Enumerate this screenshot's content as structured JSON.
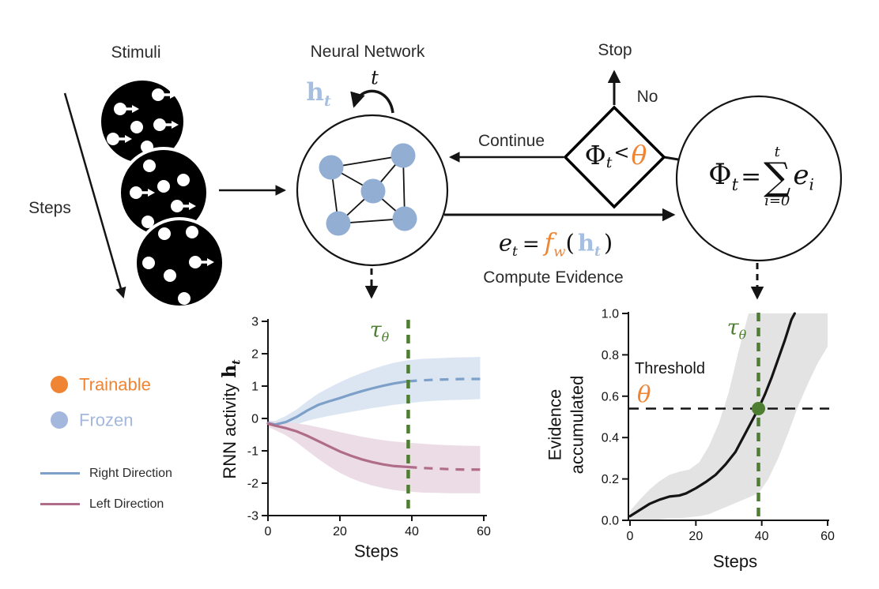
{
  "colors": {
    "ink": "#141414",
    "orange": "#ef8432",
    "blue_node": "#92aed3",
    "blue_text": "#a6bfe0",
    "blue_line": "#7da0c9",
    "blue_band": "#dce6f2",
    "red_line": "#b06d89",
    "red_band": "#ecdce6",
    "green": "#4e7e31",
    "gray_band": "#e3e3e3"
  },
  "stimuli": {
    "title": "Stimuli",
    "axis_label": "Steps"
  },
  "network": {
    "title": "Neural Network",
    "state": "h",
    "state_sub": "t",
    "loop_label": "t"
  },
  "flow": {
    "stop": "Stop",
    "no": "No",
    "continue": "Continue",
    "decision": {
      "phi": "Φ",
      "phi_sub": "t",
      "op": "<",
      "theta": "θ"
    },
    "sum": {
      "lhs": "Φ",
      "lhs_sub": "t",
      "equals": "=",
      "upper": "t",
      "sigma": "∑",
      "lower": "i=0",
      "term": "e",
      "term_sub": "i"
    },
    "evidence_eq": {
      "e": "e",
      "e_sub": "t",
      "equals": "=",
      "f": "f",
      "f_sub": "w",
      "open": "(",
      "h": "h",
      "h_sub": "t",
      "close": ")"
    },
    "compute": "Compute Evidence"
  },
  "legend": {
    "trainable": "Trainable",
    "frozen": "Frozen",
    "right_direction": "Right Direction",
    "left_direction": "Left Direction"
  },
  "mid_chart_labels": {
    "ylabel_prefix": "RNN activity",
    "state": "h",
    "state_sub": "t",
    "xlabel": "Steps",
    "tau": "τ",
    "tau_sub": "θ"
  },
  "right_chart_labels": {
    "ylabel_line1": "Evidence",
    "ylabel_line2": "accumulated",
    "xlabel": "Steps",
    "threshold_label": "Threshold",
    "theta": "θ",
    "tau": "τ",
    "tau_sub": "θ"
  },
  "chart_data": [
    {
      "id": "rnn-activity",
      "type": "line",
      "title": "",
      "xlabel": "Steps",
      "ylabel": "RNN activity h_t",
      "xlim": [
        0,
        60
      ],
      "ylim": [
        -3,
        3
      ],
      "x_ticks": [
        0,
        20,
        40,
        60
      ],
      "x_tick_labels": [
        "0",
        "20",
        "40",
        "60"
      ],
      "y_ticks": [
        3,
        2,
        1,
        0,
        -1,
        -2,
        -3
      ],
      "y_tick_labels": [
        "3",
        "2",
        "1",
        "0",
        "-1",
        "-2",
        "-3"
      ],
      "decision_time": 39,
      "series": [
        {
          "name": "Right Direction",
          "color_key": "blue",
          "solid_until": 39,
          "x": [
            0,
            2,
            5,
            8,
            11,
            14,
            17,
            20,
            23,
            26,
            29,
            32,
            35,
            39,
            43,
            47,
            51,
            55,
            59
          ],
          "mean": [
            -0.14,
            -0.19,
            -0.11,
            0.05,
            0.25,
            0.42,
            0.53,
            0.63,
            0.74,
            0.84,
            0.93,
            1.01,
            1.08,
            1.15,
            1.18,
            1.2,
            1.21,
            1.22,
            1.22
          ],
          "lo": [
            -0.22,
            -0.3,
            -0.27,
            -0.18,
            -0.07,
            0.01,
            0.08,
            0.14,
            0.2,
            0.26,
            0.32,
            0.37,
            0.42,
            0.47,
            0.52,
            0.55,
            0.57,
            0.58,
            0.6
          ],
          "hi": [
            -0.06,
            -0.08,
            0.08,
            0.28,
            0.54,
            0.77,
            0.95,
            1.12,
            1.27,
            1.4,
            1.52,
            1.63,
            1.72,
            1.8,
            1.84,
            1.86,
            1.88,
            1.89,
            1.9
          ]
        },
        {
          "name": "Left Direction",
          "color_key": "red",
          "solid_until": 39,
          "x": [
            0,
            2,
            5,
            8,
            11,
            14,
            17,
            20,
            23,
            26,
            29,
            32,
            35,
            39,
            43,
            47,
            51,
            55,
            59
          ],
          "mean": [
            -0.16,
            -0.22,
            -0.3,
            -0.4,
            -0.54,
            -0.7,
            -0.86,
            -1.02,
            -1.15,
            -1.26,
            -1.35,
            -1.42,
            -1.47,
            -1.5,
            -1.53,
            -1.55,
            -1.57,
            -1.58,
            -1.58
          ],
          "lo": [
            -0.26,
            -0.36,
            -0.52,
            -0.74,
            -1.0,
            -1.25,
            -1.48,
            -1.68,
            -1.84,
            -1.97,
            -2.07,
            -2.15,
            -2.21,
            -2.26,
            -2.29,
            -2.3,
            -2.31,
            -2.31,
            -2.31
          ],
          "hi": [
            -0.07,
            -0.1,
            -0.12,
            -0.15,
            -0.2,
            -0.27,
            -0.34,
            -0.42,
            -0.49,
            -0.56,
            -0.62,
            -0.67,
            -0.71,
            -0.75,
            -0.78,
            -0.81,
            -0.83,
            -0.84,
            -0.85
          ]
        }
      ]
    },
    {
      "id": "evidence",
      "type": "line",
      "title": "",
      "xlabel": "Steps",
      "ylabel": "Evidence accumulated",
      "xlim": [
        0,
        60
      ],
      "ylim": [
        0,
        1
      ],
      "x_ticks": [
        0,
        20,
        40,
        60
      ],
      "x_tick_labels": [
        "0",
        "20",
        "40",
        "60"
      ],
      "y_ticks": [
        1.0,
        0.8,
        0.6,
        0.4,
        0.2,
        0.0
      ],
      "y_tick_labels": [
        "1.0",
        "0.8",
        "0.6",
        "0.4",
        "0.2",
        "0.0"
      ],
      "threshold": 0.54,
      "decision_time": 39,
      "series": [
        {
          "name": "Evidence accumulated",
          "color_key": "black",
          "x": [
            0,
            3,
            6,
            9,
            12,
            15,
            17,
            20,
            23,
            26,
            29,
            32,
            35,
            37,
            39,
            41,
            43,
            45,
            47,
            49,
            50
          ],
          "mean": [
            0.02,
            0.05,
            0.08,
            0.1,
            0.115,
            0.12,
            0.13,
            0.155,
            0.185,
            0.22,
            0.27,
            0.33,
            0.42,
            0.48,
            0.54,
            0.61,
            0.69,
            0.78,
            0.87,
            0.97,
            1.0
          ],
          "band_x": [
            0,
            3,
            6,
            9,
            12,
            15,
            18,
            21,
            24,
            27,
            30,
            33,
            36,
            39,
            42,
            45,
            48,
            51,
            54,
            57,
            60
          ],
          "hi": [
            0.045,
            0.1,
            0.15,
            0.19,
            0.22,
            0.235,
            0.245,
            0.28,
            0.36,
            0.47,
            0.62,
            0.82,
            1.0,
            1.0,
            1.0,
            1.0,
            1.0,
            1.0,
            1.0,
            1.0,
            1.0
          ],
          "lo": [
            0.0,
            0.0,
            0.0,
            0.005,
            0.01,
            0.01,
            0.015,
            0.02,
            0.03,
            0.05,
            0.07,
            0.09,
            0.11,
            0.13,
            0.2,
            0.3,
            0.42,
            0.55,
            0.66,
            0.76,
            0.84
          ]
        }
      ]
    }
  ]
}
